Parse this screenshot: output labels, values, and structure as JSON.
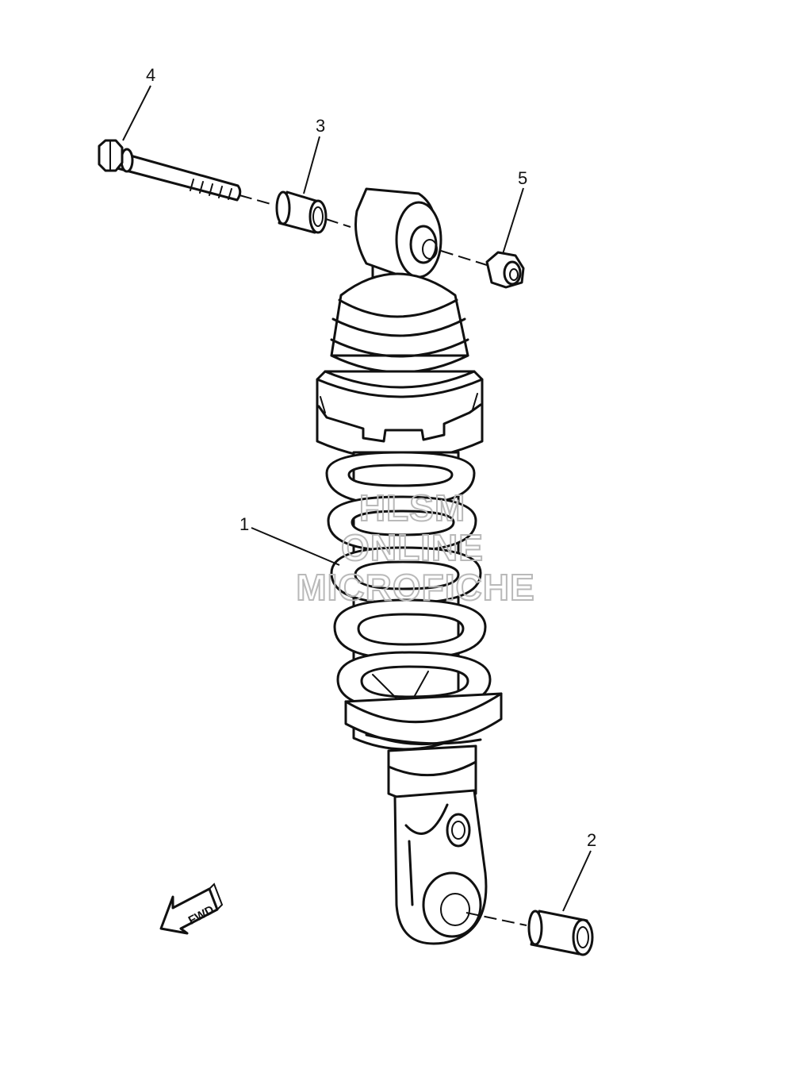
{
  "callouts": [
    {
      "id": "1",
      "label": "1"
    },
    {
      "id": "2",
      "label": "2"
    },
    {
      "id": "3",
      "label": "3"
    },
    {
      "id": "4",
      "label": "4"
    },
    {
      "id": "5",
      "label": "5"
    }
  ],
  "fwd_label": "FWD",
  "watermark": {
    "line1": "HLSM",
    "line2": "ONLINE",
    "line3": "MICROFICHE"
  }
}
